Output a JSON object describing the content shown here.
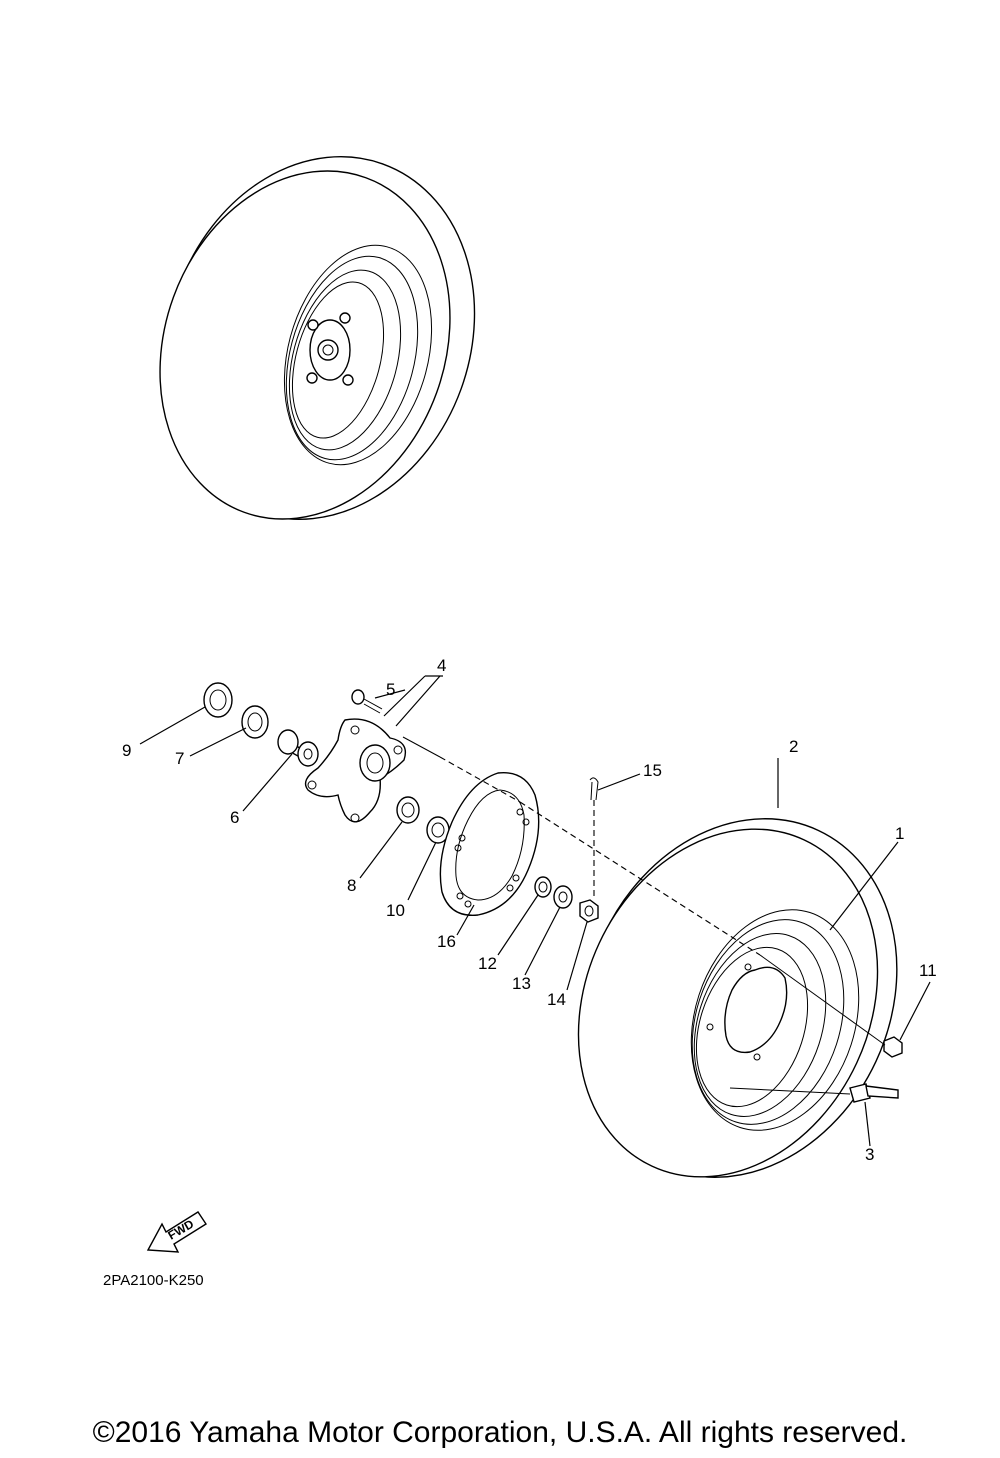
{
  "diagram": {
    "callouts": [
      "1",
      "2",
      "3",
      "4",
      "5",
      "6",
      "7",
      "8",
      "9",
      "10",
      "11",
      "12",
      "13",
      "14",
      "15",
      "16"
    ],
    "fwd_label": "FWD",
    "diagram_code": "2PA2100-K250",
    "copyright": "©2016 Yamaha Motor Corporation, U.S.A. All rights reserved."
  }
}
